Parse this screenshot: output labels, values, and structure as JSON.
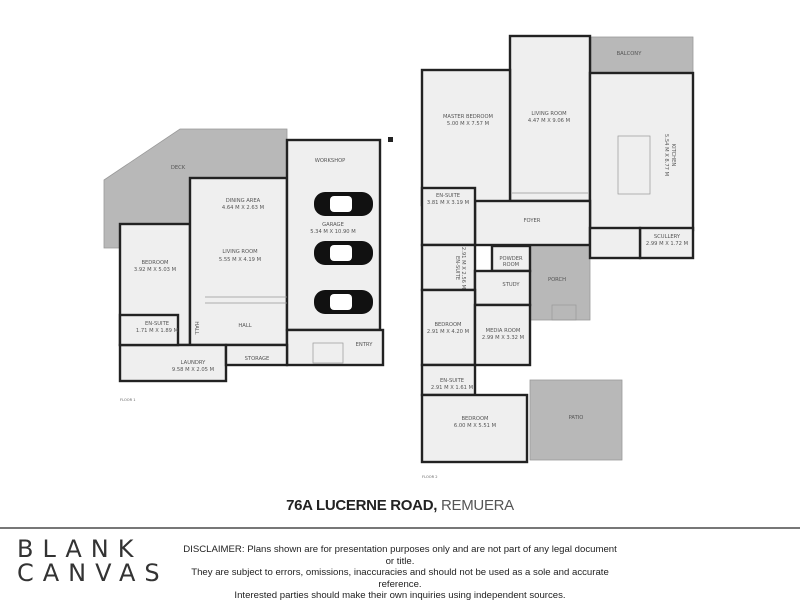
{
  "floor1": {
    "floor_label": "FLOOR 1",
    "rooms": {
      "deck": {
        "name": "DECK"
      },
      "dining": {
        "name": "DINING AREA",
        "size": "4.64 M X 2.63 M"
      },
      "living": {
        "name": "LIVING ROOM",
        "size": "5.55 M X 4.19 M"
      },
      "bedroom": {
        "name": "BEDROOM",
        "size": "3.92 M X 5.03 M"
      },
      "ensuite": {
        "name": "EN-SUITE",
        "size": "1.71 M X 1.89 M"
      },
      "hall_small": {
        "name": "HALL"
      },
      "hall": {
        "name": "HALL"
      },
      "laundry": {
        "name": "LAUNDRY",
        "size": "9.58 M X 2.05 M"
      },
      "storage": {
        "name": "STORAGE"
      },
      "workshop": {
        "name": "WORKSHOP"
      },
      "garage": {
        "name": "GARAGE",
        "size": "5.34 M X 10.90 M"
      },
      "entry": {
        "name": "ENTRY"
      }
    }
  },
  "floor2": {
    "floor_label": "FLOOR 2",
    "rooms": {
      "balcony": {
        "name": "BALCONY"
      },
      "living": {
        "name": "LIVING ROOM",
        "size": "4.47 M X 9.06 M"
      },
      "master": {
        "name": "MASTER BEDROOM",
        "size": "5.00 M X 7.57 M"
      },
      "kitchen": {
        "name": "KITCHEN",
        "size": "5.54 M X 8.77 M"
      },
      "ensuite1": {
        "name": "EN-SUITE",
        "size": "3.81 M X 3.19 M"
      },
      "foyer": {
        "name": "FOYER"
      },
      "scullery": {
        "name": "SCULLERY",
        "size": "2.99 M X 1.72 M"
      },
      "powder": {
        "name": "POWDER",
        "name2": "ROOM"
      },
      "ensuite2": {
        "name": "EN-SUITE",
        "size": "2.91 M X 2.56 M"
      },
      "study": {
        "name": "STUDY"
      },
      "porch": {
        "name": "PORCH"
      },
      "bedroom1": {
        "name": "BEDROOM",
        "size": "2.91 M X 4.20 M"
      },
      "media": {
        "name": "MEDIA ROOM",
        "size": "2.99 M X 3.32 M"
      },
      "ensuite3": {
        "name": "EN-SUITE",
        "size": "2.91 M X 1.61 M"
      },
      "bedroom2": {
        "name": "BEDROOM",
        "size": "6.00 M X 5.51 M"
      },
      "patio": {
        "name": "PATIO"
      }
    }
  },
  "address": {
    "street": "76A LUCERNE ROAD,",
    "suburb": "REMUERA"
  },
  "logo": {
    "line1": "BLANK",
    "line2": "CANVAS"
  },
  "disclaimer": [
    "DISCLAIMER: Plans shown are for presentation purposes only and are not part of any legal document or title.",
    "They are subject to errors, omissions, inaccuracies and should not be used as a sole and accurate reference.",
    "Interested parties should make their own inquiries using independent sources."
  ]
}
